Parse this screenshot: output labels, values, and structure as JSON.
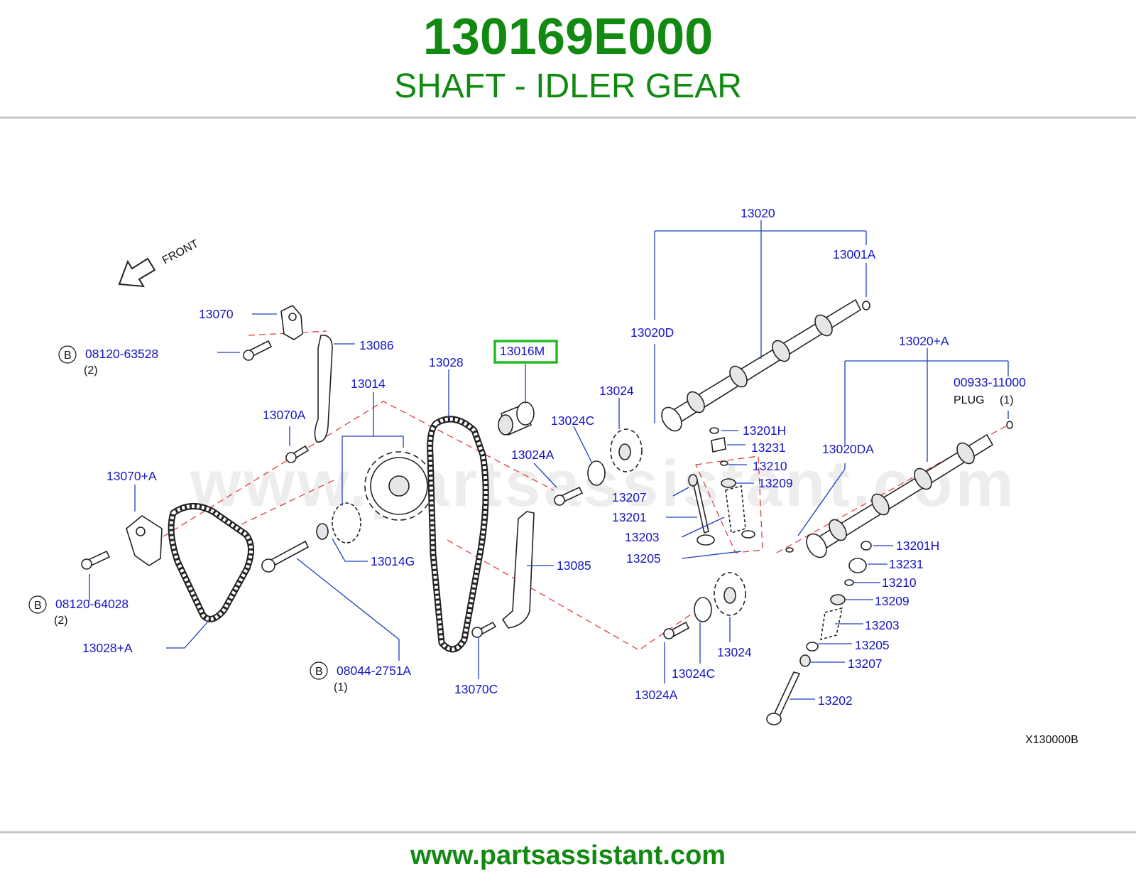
{
  "header": {
    "part_number": "130169E000",
    "part_name": "SHAFT - IDLER GEAR"
  },
  "footer": {
    "url": "www.partsassistant.com"
  },
  "diagram": {
    "watermark": "www.partsassistant.com",
    "front_label": "FRONT",
    "drawing_code": "X130000B",
    "highlighted_part": "13016M",
    "highlight_color": "#22bb22",
    "label_color": "#1616c4",
    "accent_color": "#128a12",
    "bolt_marker": "B",
    "plug_label": "PLUG",
    "labels": {
      "p13020": "13020",
      "p13001A": "13001A",
      "p13020D": "13020D",
      "p13020plusA": "13020+A",
      "p00933_11000": "00933-11000",
      "plug_qty": "(1)",
      "p13020DA": "13020DA",
      "p13070": "13070",
      "p13086": "13086",
      "p08120_63528": "08120-63528",
      "qty_63528": "(2)",
      "p13016M": "13016M",
      "p13028": "13028",
      "p13014": "13014",
      "p13024_top": "13024",
      "p13024C_top": "13024C",
      "p13070A": "13070A",
      "p13024A_top": "13024A",
      "p13201H_top": "13201H",
      "p13231_top": "13231",
      "p13210_top": "13210",
      "p13209_top": "13209",
      "p13207_top": "13207",
      "p13201": "13201",
      "p13203_top": "13203",
      "p13205_top": "13205",
      "p13070plusA": "13070+A",
      "p13014G": "13014G",
      "p13085": "13085",
      "p08120_64028": "08120-64028",
      "qty_64028": "(2)",
      "p13028plusA": "13028+A",
      "p08044_2751A": "08044-2751A",
      "qty_2751A": "(1)",
      "p13070C": "13070C",
      "p13024_bottom": "13024",
      "p13024C_bottom": "13024C",
      "p13024A_bottom": "13024A",
      "p13201H_bottom": "13201H",
      "p13231_bottom": "13231",
      "p13210_bottom": "13210",
      "p13209_bottom": "13209",
      "p13203_bottom": "13203",
      "p13205_bottom": "13205",
      "p13207_bottom": "13207",
      "p13202": "13202"
    }
  }
}
